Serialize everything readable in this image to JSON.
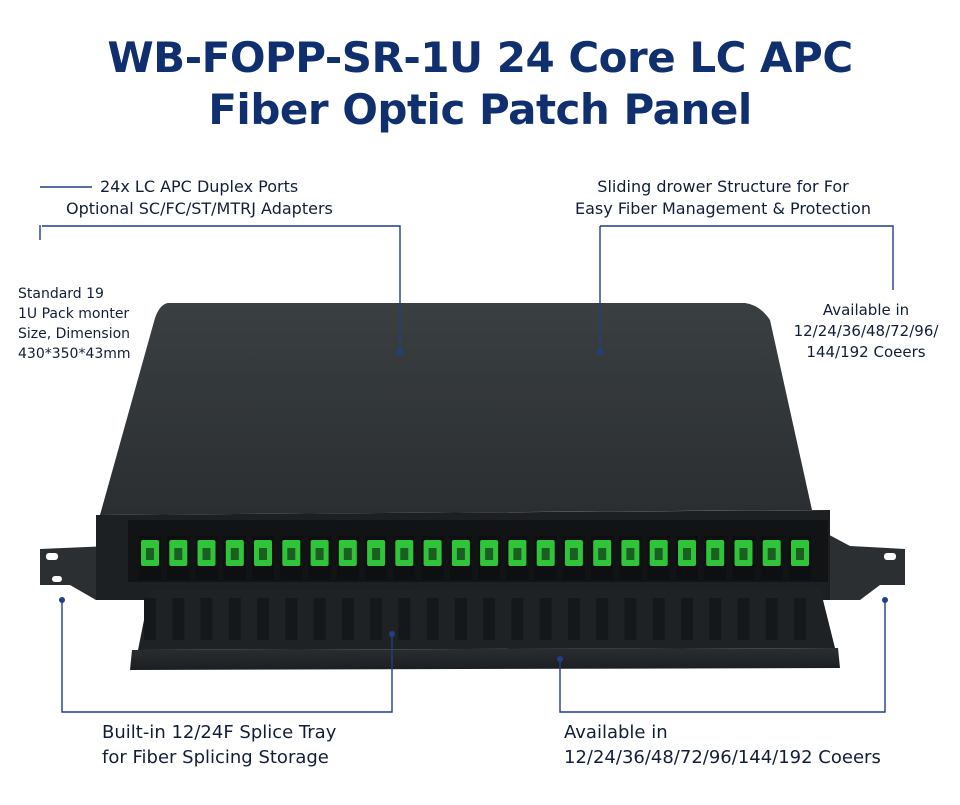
{
  "title": {
    "line1": "WB-FOPP-SR-1U 24 Core LC APC",
    "line2": "Fiber Optic Patch Panel"
  },
  "callouts": {
    "ports": {
      "line1": "24x LC APC Duplex Ports",
      "line2": "Optional SC/FC/ST/MTRJ Adapters"
    },
    "drawer": {
      "line1": "Sliding drower Structure for For",
      "line2": "Easy Fiber Management & Protection"
    },
    "size": {
      "line1": "Standard 19",
      "line2": "1U Pack monter",
      "line3": "Size, Dimension",
      "line4": "430*350*43mm"
    },
    "available_right": {
      "line1": "Available in",
      "line2": "12/24/36/48/72/96/",
      "line3": "144/192 Coeers"
    },
    "splice": {
      "line1": "Built-in 12/24F Splice Tray",
      "line2": "for Fiber Splicing Storage"
    },
    "available_bottom": {
      "line1": "Available in",
      "line2": "12/24/36/48/72/96/144/192 Coeers"
    }
  },
  "product": {
    "port_count": 24,
    "adapter_color": "#2fc43a",
    "body_color": "#2d3134",
    "leader_color": "#1f3f86"
  }
}
